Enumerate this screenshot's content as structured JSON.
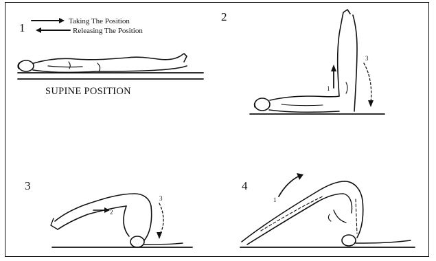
{
  "panels": [
    {
      "number": "1",
      "caption": "SUPINE POSITION"
    },
    {
      "number": "2",
      "arrow_labels": [
        "1",
        "3"
      ]
    },
    {
      "number": "3",
      "arrow_labels": [
        "2",
        "3"
      ]
    },
    {
      "number": "4",
      "arrow_labels": [
        "1"
      ]
    }
  ],
  "legend": {
    "taking": "Taking The Position",
    "releasing": "Releasing The Position"
  },
  "colors": {
    "ink": "#111111",
    "background": "#ffffff"
  }
}
